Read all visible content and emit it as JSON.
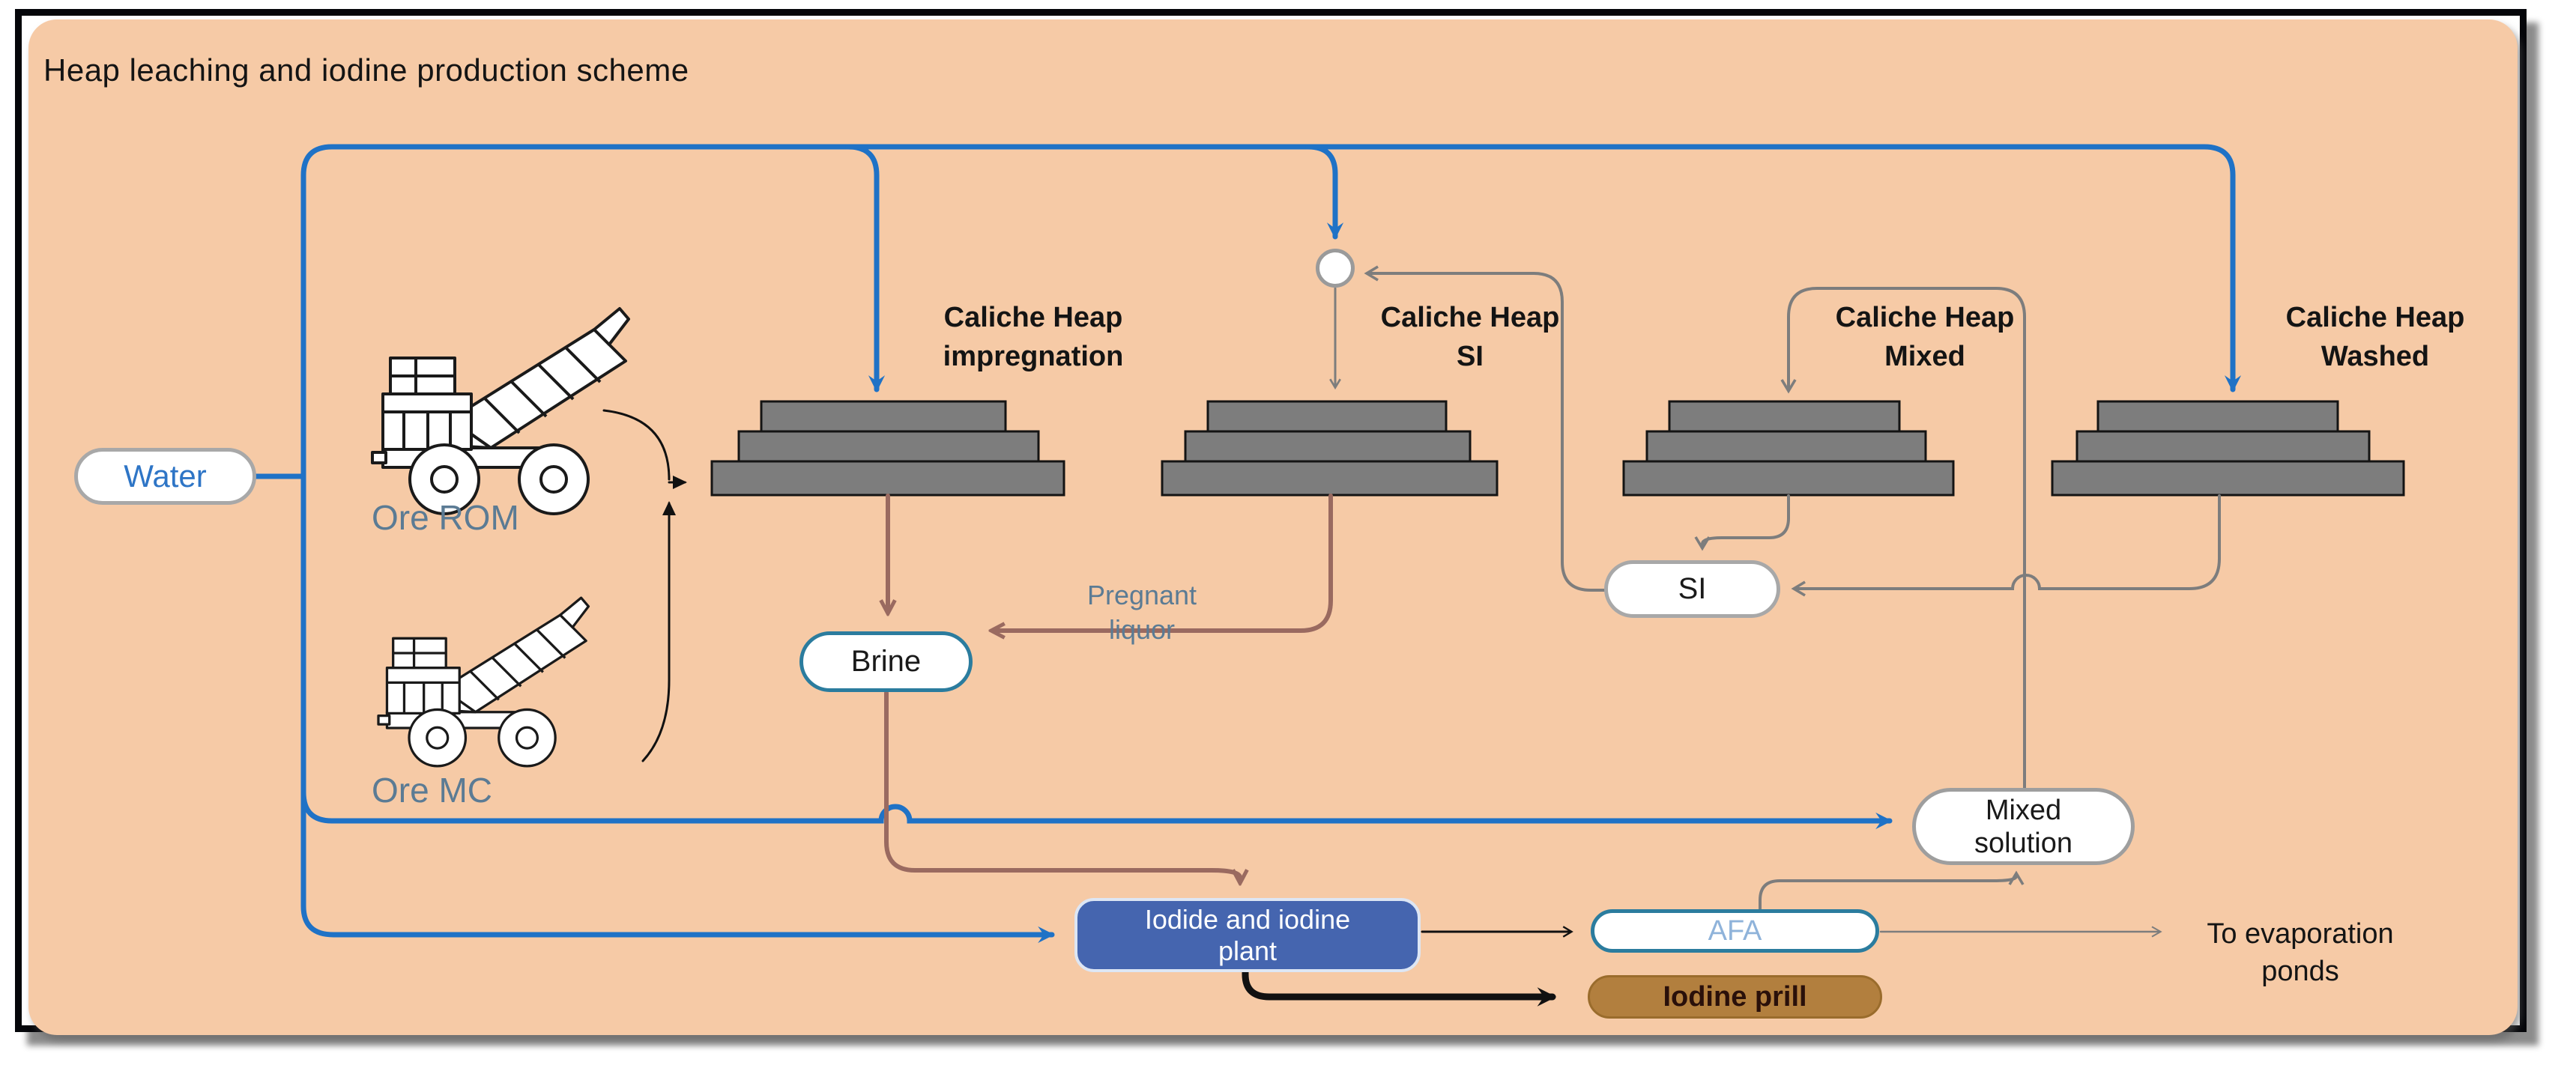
{
  "title": "Heap leaching  and iodine production scheme",
  "colors": {
    "background": "#f6caa6",
    "water_flow_blue": "#1f72c6",
    "brine_flow_brown": "#9a6a60",
    "recycle_flow_gray": "#7d7d7d",
    "product_flow_black": "#111111",
    "heap_fill": "#7d7d7d",
    "plant_fill": "#4565af",
    "prill_fill": "#b27f3e",
    "afa_text": "#8fb3da",
    "water_text": "#2e75c6"
  },
  "nodes": {
    "water": {
      "label": "Water"
    },
    "ore_rom": {
      "label": "Ore ROM"
    },
    "ore_mc": {
      "label": "Ore MC"
    },
    "heap_impregnation": {
      "line1": "Caliche Heap",
      "line2": "impregnation"
    },
    "heap_si": {
      "line1": "Caliche Heap",
      "line2": "SI"
    },
    "heap_mixed": {
      "line1": "Caliche Heap",
      "line2": "Mixed"
    },
    "heap_washed": {
      "line1": "Caliche Heap",
      "line2": "Washed"
    },
    "brine": {
      "label": "Brine"
    },
    "si": {
      "label": "SI"
    },
    "mixed_solution": {
      "line1": "Mixed",
      "line2": "solution"
    },
    "afa": {
      "label": "AFA"
    },
    "iodide_plant": {
      "line1": "Iodide and iodine",
      "line2": "plant"
    },
    "iodine_prill": {
      "label": "Iodine prill"
    }
  },
  "labels": {
    "pregnant_liquor": {
      "line1": "Pregnant",
      "line2": "liquor"
    },
    "to_evaporation": {
      "line1": "To evaporation",
      "line2": "ponds"
    }
  }
}
